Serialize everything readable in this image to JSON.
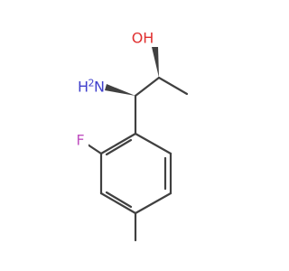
{
  "molecule": {
    "atoms": {
      "oh": {
        "element": "O",
        "label_main": "OH",
        "color": "#e03030"
      },
      "nh2": {
        "element": "N",
        "label_main": "H",
        "label_n": "N",
        "label_sub": "2",
        "color": "#4040cc"
      },
      "f": {
        "element": "F",
        "label_main": "F",
        "color": "#c050c0"
      }
    },
    "bond_color": "#404040"
  }
}
